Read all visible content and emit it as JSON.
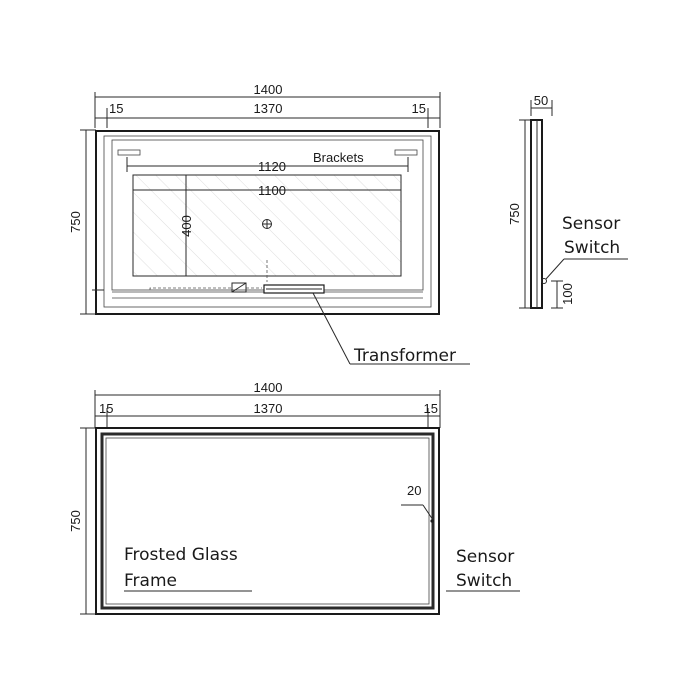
{
  "top_view": {
    "overall_width": "1400",
    "left_margin": "15",
    "inner_width": "1370",
    "right_margin": "15",
    "height": "750",
    "bracket_span": "1120",
    "brackets_label": "Brackets",
    "glass_width": "1100",
    "glass_height": "400",
    "transformer_label": "Transformer"
  },
  "side_view": {
    "depth": "50",
    "height": "750",
    "sensor_offset": "100",
    "sensor_label_line1": "Sensor",
    "sensor_label_line2": "Switch"
  },
  "front_view": {
    "overall_width": "1400",
    "left_margin": "15",
    "inner_width": "1370",
    "right_margin": "15",
    "height": "750",
    "sensor_size": "20",
    "frame_label_line1": "Frosted Glass",
    "frame_label_line2": "Frame",
    "sensor_label_line1": "Sensor",
    "sensor_label_line2": "Switch"
  }
}
